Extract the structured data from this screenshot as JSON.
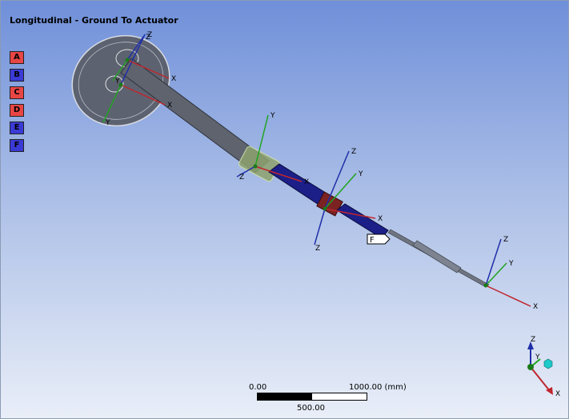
{
  "view": {
    "title": "Longitudinal - Ground To Actuator"
  },
  "legend": {
    "items": [
      {
        "label": "A",
        "color": "#e84545"
      },
      {
        "label": "B",
        "color": "#3a3ad6"
      },
      {
        "label": "C",
        "color": "#e84545"
      },
      {
        "label": "D",
        "color": "#e84545"
      },
      {
        "label": "E",
        "color": "#3a3ad6"
      },
      {
        "label": "F",
        "color": "#3a3ad6"
      }
    ]
  },
  "scene": {
    "probe_label": "F",
    "axis_labels": {
      "x": "X",
      "y": "Y",
      "z": "Z"
    }
  },
  "scale": {
    "start": "0.00",
    "end": "1000.00 (mm)",
    "mid": "500.00"
  },
  "colors": {
    "x_axis": "#c0262d",
    "y_axis": "#1fa31f",
    "z_axis": "#1f2fa8",
    "body": "#5a6069"
  }
}
